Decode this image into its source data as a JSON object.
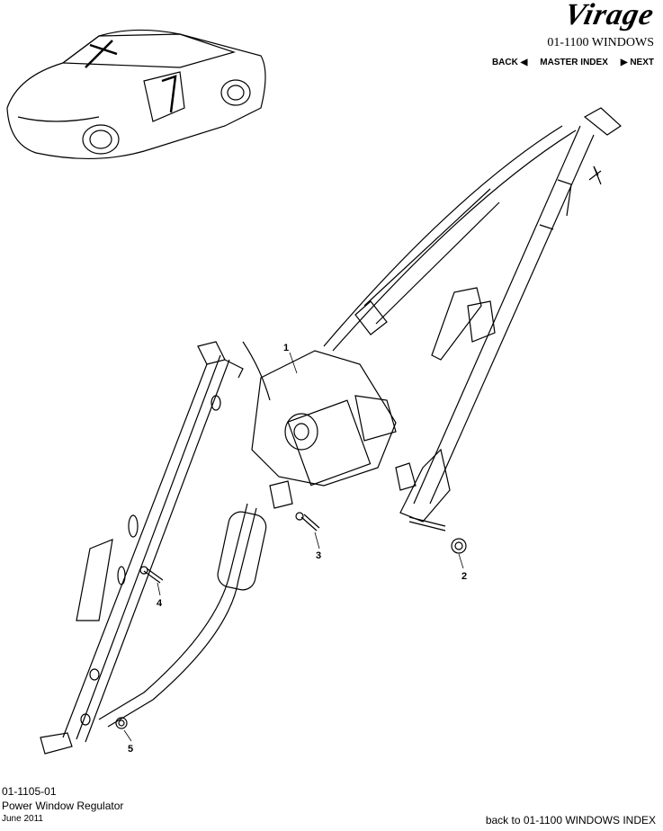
{
  "header": {
    "logo_text": "Virage",
    "section_title": "01-1100 WINDOWS",
    "nav": {
      "back": "BACK ◀",
      "master_index": "MASTER INDEX",
      "next": "▶ NEXT"
    }
  },
  "diagram": {
    "callouts": [
      "1",
      "2",
      "3",
      "4",
      "5"
    ]
  },
  "footer": {
    "part_number": "01-1105-01",
    "part_name": "Power Window Regulator",
    "date": "June 2011",
    "back_link": "back to 01-1100 WINDOWS INDEX"
  }
}
